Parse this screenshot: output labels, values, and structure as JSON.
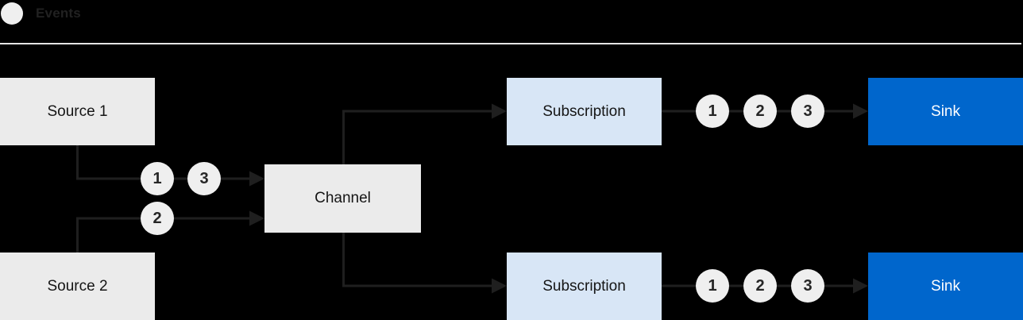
{
  "legend": {
    "label": "Events",
    "icon": "event-circle"
  },
  "colors": {
    "bg": "#000000",
    "box_gray": "#EBEBEB",
    "box_blue_light": "#D8E6F6",
    "box_blue": "#0066CC",
    "line": "#1F1F1F",
    "text_dark": "#151515",
    "text_light": "#FFFFFF",
    "divider": "#E4E4E4",
    "dot_fill": "#EFEFEF"
  },
  "nodes": {
    "source1": {
      "label": "Source 1"
    },
    "source2": {
      "label": "Source 2"
    },
    "channel": {
      "label": "Channel"
    },
    "subscription_top": {
      "label": "Subscription"
    },
    "subscription_bottom": {
      "label": "Subscription"
    },
    "sink_top": {
      "label": "Sink"
    },
    "sink_bottom": {
      "label": "Sink"
    }
  },
  "flows": {
    "source1_to_channel": {
      "events": [
        "1",
        "3"
      ]
    },
    "source2_to_channel": {
      "events": [
        "2"
      ]
    },
    "subscription_top_to_sink": {
      "events": [
        "1",
        "2",
        "3"
      ]
    },
    "subscription_bottom_to_sink": {
      "events": [
        "1",
        "2",
        "3"
      ]
    }
  }
}
